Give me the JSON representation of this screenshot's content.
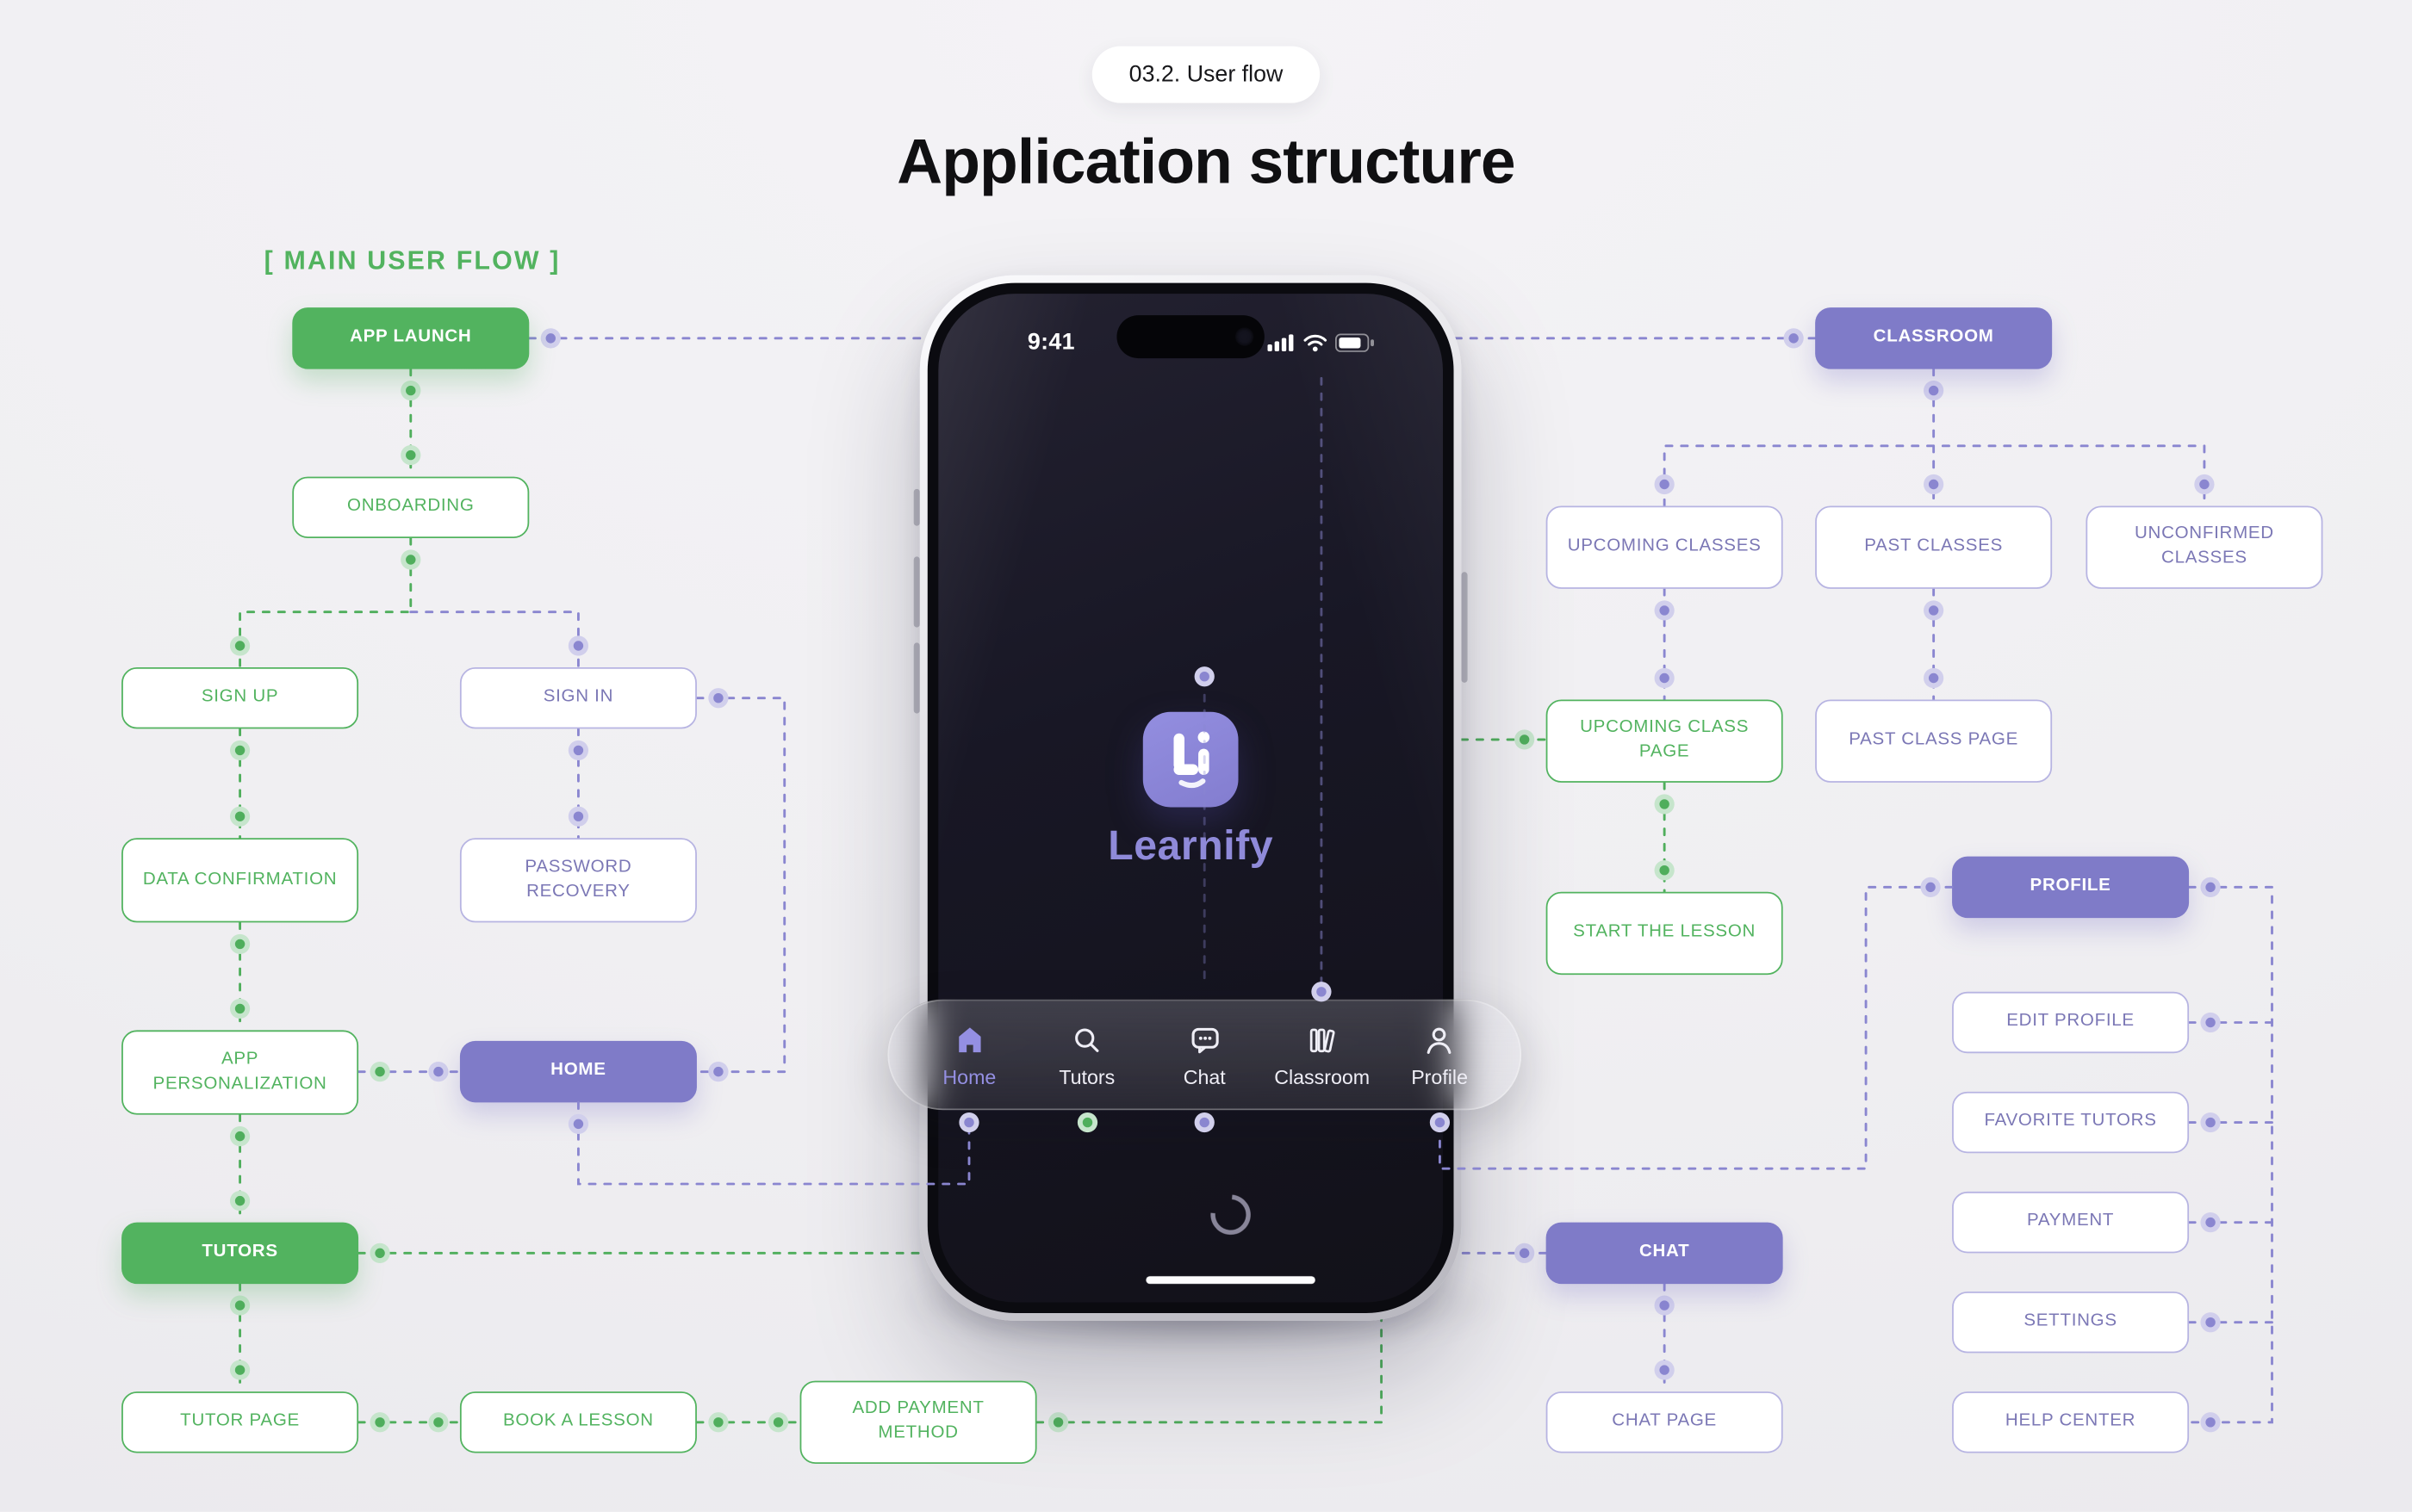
{
  "page": {
    "badge": "03.2. User flow",
    "title": "Application structure",
    "flow_label": "[ MAIN USER FLOW ]"
  },
  "colors": {
    "green": "#4fae5c",
    "green_solid": "#52b35f",
    "green_halo": "#c6e5cc",
    "purple": "#8a86d0",
    "purple_solid": "#7f7bc8",
    "purple_halo": "#d1cfec",
    "purple_border": "#b7b4e2",
    "purple_text": "#7b77b5",
    "background": "#f0eff2"
  },
  "nodes": {
    "app_launch": {
      "label": "APP LAUNCH"
    },
    "onboarding": {
      "label": "ONBOARDING"
    },
    "sign_up": {
      "label": "SIGN UP"
    },
    "sign_in": {
      "label": "SIGN IN"
    },
    "data_confirmation": {
      "label": "DATA CONFIRMATION"
    },
    "password_recovery": {
      "label": "PASSWORD RECOVERY"
    },
    "app_personalization": {
      "label": "APP PERSONALIZATION"
    },
    "home": {
      "label": "HOME"
    },
    "tutors": {
      "label": "TUTORS"
    },
    "tutor_page": {
      "label": "TUTOR PAGE"
    },
    "book_a_lesson": {
      "label": "BOOK A LESSON"
    },
    "add_payment_method": {
      "label": "ADD PAYMENT METHOD"
    },
    "classroom": {
      "label": "CLASSROOM"
    },
    "upcoming_classes": {
      "label": "UPCOMING CLASSES"
    },
    "past_classes": {
      "label": "PAST CLASSES"
    },
    "unconfirmed_classes": {
      "label": "UNCONFIRMED CLASSES"
    },
    "upcoming_class_page": {
      "label": "UPCOMING CLASS PAGE"
    },
    "past_class_page": {
      "label": "PAST CLASS PAGE"
    },
    "start_the_lesson": {
      "label": "START THE LESSON"
    },
    "profile": {
      "label": "PROFILE"
    },
    "edit_profile": {
      "label": "EDIT PROFILE"
    },
    "favorite_tutors": {
      "label": "FAVORITE TUTORS"
    },
    "payment": {
      "label": "PAYMENT"
    },
    "settings": {
      "label": "SETTINGS"
    },
    "help_center": {
      "label": "HELP CENTER"
    },
    "chat": {
      "label": "CHAT"
    },
    "chat_page": {
      "label": "CHAT PAGE"
    }
  },
  "phone": {
    "status_time": "9:41",
    "brand": "Learnify",
    "nav": [
      {
        "label": "Home",
        "active": true
      },
      {
        "label": "Tutors",
        "active": false
      },
      {
        "label": "Chat",
        "active": false
      },
      {
        "label": "Classroom",
        "active": false
      },
      {
        "label": "Profile",
        "active": false
      }
    ]
  },
  "icons": {
    "logo": "learnify-mark-icon",
    "nav": [
      "home-icon",
      "search-icon",
      "chat-bubble-icon",
      "books-icon",
      "person-icon"
    ],
    "status": [
      "signal-icon",
      "wifi-icon",
      "battery-icon"
    ]
  }
}
